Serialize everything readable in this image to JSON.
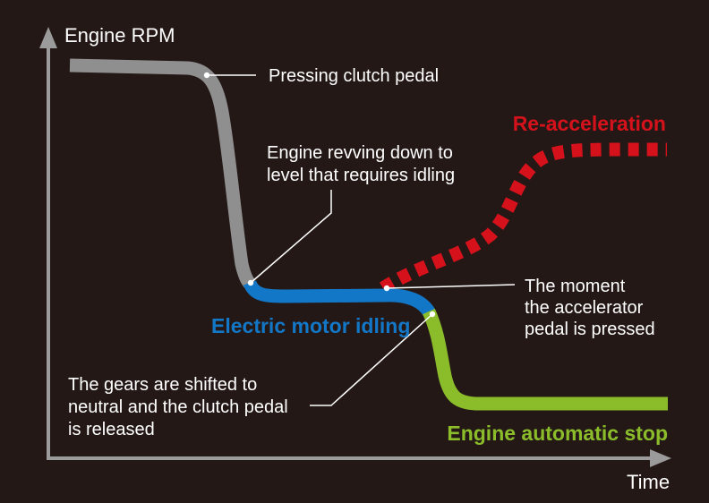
{
  "axes": {
    "y_label": "Engine RPM",
    "x_label": "Time"
  },
  "annotations": {
    "pressing_clutch": "Pressing clutch pedal",
    "revving_down": [
      "Engine revving down to",
      "level that requires idling"
    ],
    "accelerator_moment": [
      "The moment",
      "the accelerator",
      "pedal is pressed"
    ],
    "gears_shifted": [
      "The gears are shifted to",
      "neutral and the clutch pedal",
      "is released"
    ]
  },
  "phases": {
    "reacceleration": "Re-acceleration",
    "motor_idling": "Electric motor idling",
    "auto_stop": "Engine automatic stop"
  },
  "colors": {
    "background": "#231816",
    "axis": "#9b9b9b",
    "engine_curve": "#8f8f8f",
    "motor_idling": "#1377c8",
    "auto_stop": "#8bbd2b",
    "reacceleration": "#d5121b",
    "text": "#ffffff"
  }
}
